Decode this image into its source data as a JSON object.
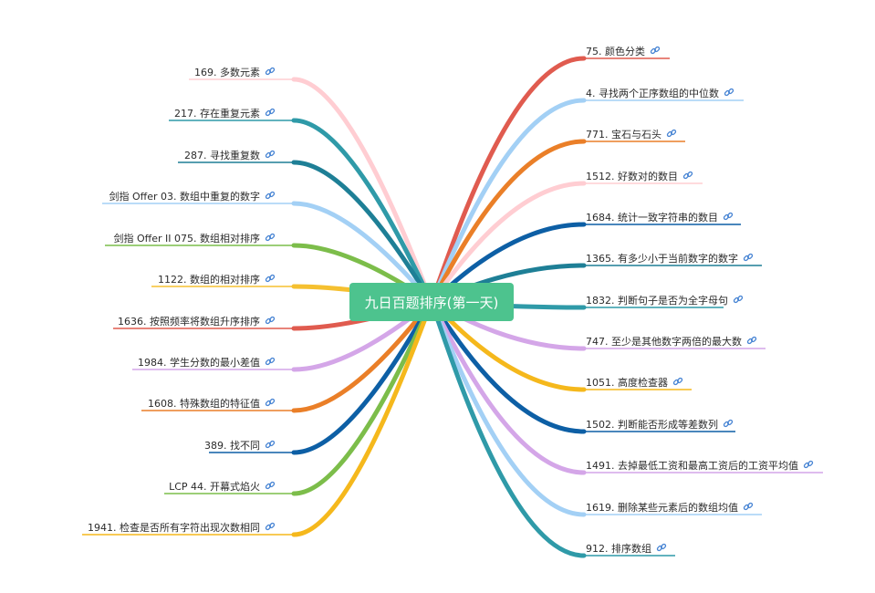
{
  "center": {
    "title": "九日百题排序(第一天)",
    "color": "#4dc38e"
  },
  "left": [
    {
      "label": "169. 多数元素",
      "color": "#ffcdd2"
    },
    {
      "label": "217. 存在重复元素",
      "color": "#2f9aa8"
    },
    {
      "label": "287. 寻找重复数",
      "color": "#1e7f96"
    },
    {
      "label": "剑指 Offer 03. 数组中重复的数字",
      "color": "#a3d0f5"
    },
    {
      "label": "剑指 Offer II 075. 数组相对排序",
      "color": "#7cbd4a"
    },
    {
      "label": "1122. 数组的相对排序",
      "color": "#f5c030"
    },
    {
      "label": "1636. 按照频率将数组升序排序",
      "color": "#e05b4f"
    },
    {
      "label": "1984. 学生分数的最小差值",
      "color": "#d4a6e8"
    },
    {
      "label": "1608. 特殊数组的特征值",
      "color": "#ea7f28"
    },
    {
      "label": "389. 找不同",
      "color": "#0d5fa5"
    },
    {
      "label": "LCP 44. 开幕式焰火",
      "color": "#7cbd4a"
    },
    {
      "label": "1941. 检查是否所有字符出现次数相同",
      "color": "#f5b81c"
    }
  ],
  "right": [
    {
      "label": "75. 颜色分类",
      "color": "#e05b4f"
    },
    {
      "label": "4. 寻找两个正序数组的中位数",
      "color": "#a3d0f5"
    },
    {
      "label": "771. 宝石与石头",
      "color": "#ea7f28"
    },
    {
      "label": "1512. 好数对的数目",
      "color": "#ffcdd2"
    },
    {
      "label": "1684. 统计一致字符串的数目",
      "color": "#0d5fa5"
    },
    {
      "label": "1365. 有多少小于当前数字的数字",
      "color": "#1e7f96"
    },
    {
      "label": "1832. 判断句子是否为全字母句",
      "color": "#2f9aa8"
    },
    {
      "label": "747. 至少是其他数字两倍的最大数",
      "color": "#d4a6e8"
    },
    {
      "label": "1051. 高度检查器",
      "color": "#f5b81c"
    },
    {
      "label": "1502. 判断能否形成等差数列",
      "color": "#0d5fa5"
    },
    {
      "label": "1491. 去掉最低工资和最高工资后的工资平均值",
      "color": "#d4a6e8"
    },
    {
      "label": "1619. 删除某些元素后的数组均值",
      "color": "#a3d0f5"
    },
    {
      "label": "912. 排序数组",
      "color": "#2f9aa8"
    }
  ],
  "icons": {
    "link": "link-icon"
  }
}
